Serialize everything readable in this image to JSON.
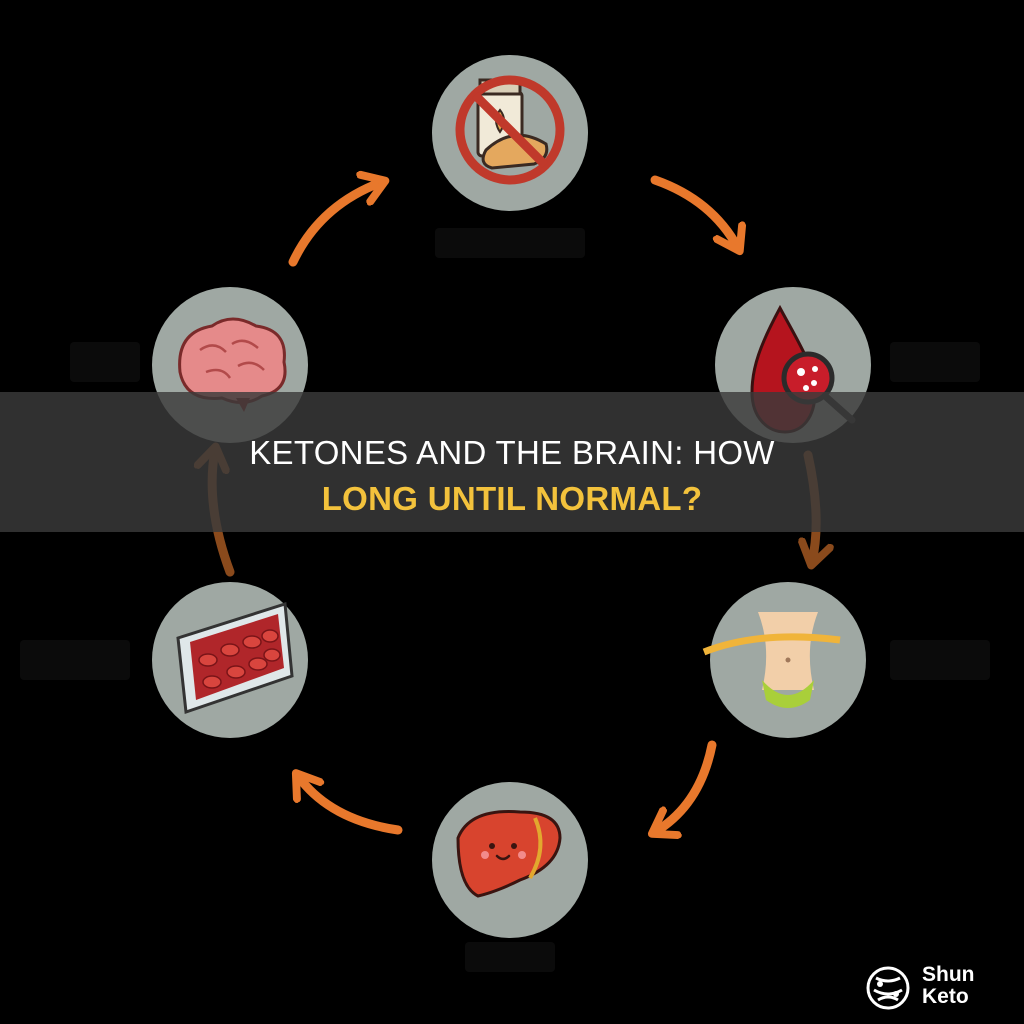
{
  "title": {
    "line1": "KETONES AND THE BRAIN: HOW",
    "line2": "LONG UNTIL NORMAL?"
  },
  "brand": {
    "line1": "Shun",
    "line2": "Keto"
  },
  "colors": {
    "background": "#000000",
    "circle": "#9fa8a3",
    "arrow": "#e8782c",
    "title_text": "#ffffff",
    "title_accent": "#f3c23c"
  },
  "icons": [
    "no-bread-icon",
    "blood-drop-icon",
    "waist-measure-icon",
    "liver-icon",
    "blood-cells-icon",
    "brain-icon"
  ]
}
